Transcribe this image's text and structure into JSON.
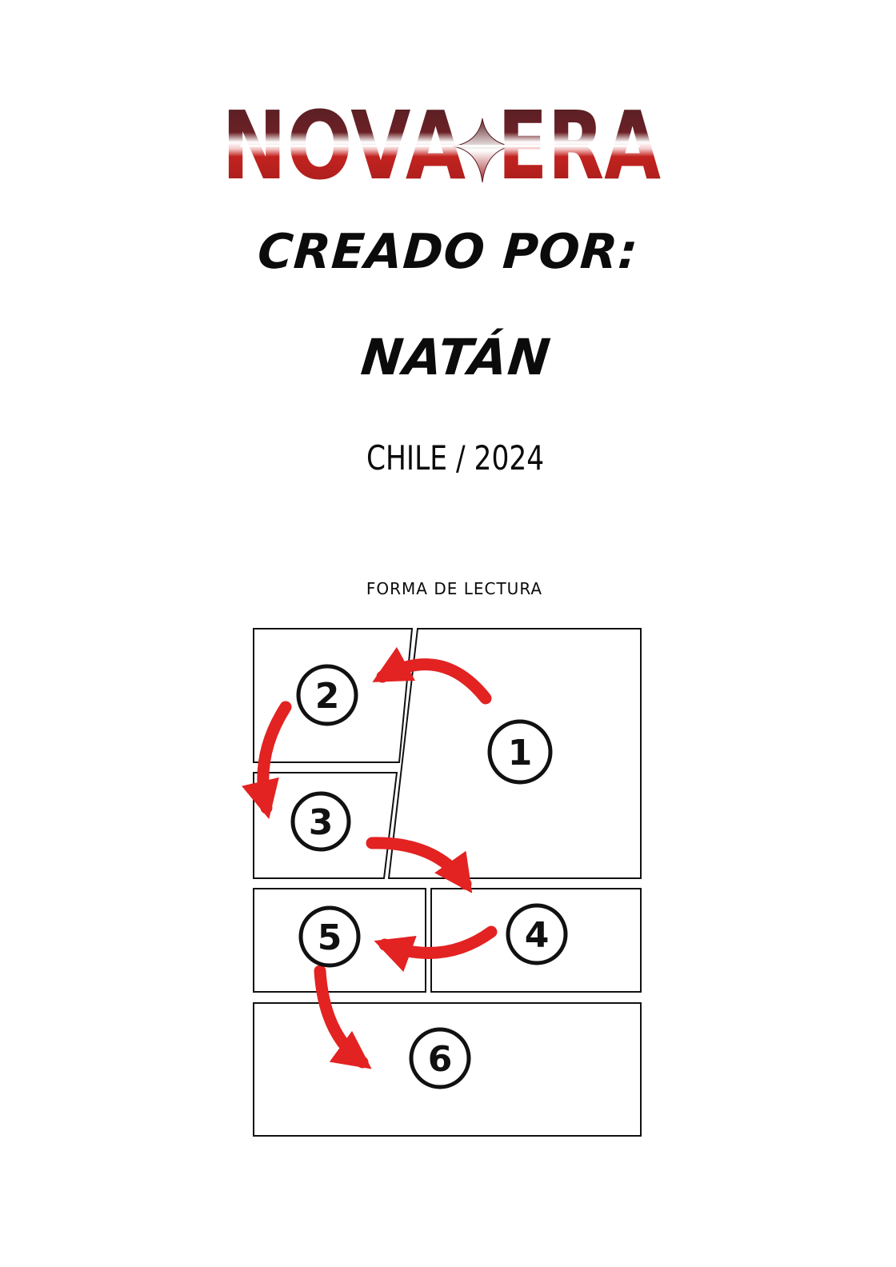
{
  "logo": {
    "text_left": "NOVA",
    "text_right": "ERA",
    "colors": {
      "dark": "#5a1f24",
      "mid": "#8e1b1f",
      "red": "#b51d1f",
      "highlight": "#ffffff"
    }
  },
  "credits": {
    "label": "CREADO POR:",
    "author": "NATÁN",
    "origin": "CHILE / 2024"
  },
  "reading_guide": {
    "label": "FORMA DE LECTURA",
    "panels": [
      {
        "number": "1"
      },
      {
        "number": "2"
      },
      {
        "number": "3"
      },
      {
        "number": "4"
      },
      {
        "number": "5"
      },
      {
        "number": "6"
      }
    ],
    "arrow_color": "#e32222",
    "panel_border_color": "#111111"
  }
}
